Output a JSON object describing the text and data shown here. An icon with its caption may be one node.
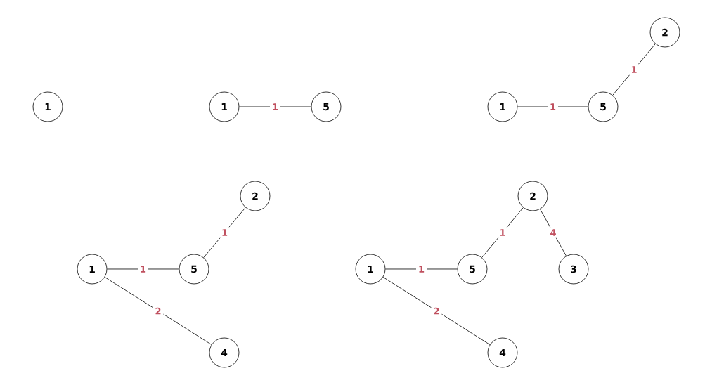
{
  "diagram": {
    "nodes": [
      {
        "text": [
          "1"
        ]
      },
      {
        "text": [
          "1"
        ]
      },
      {
        "text": [
          "5"
        ]
      },
      {
        "text": [
          "1"
        ]
      },
      {
        "text": [
          "5"
        ]
      },
      {
        "text": [
          "2"
        ]
      },
      {
        "text": [
          "1"
        ]
      },
      {
        "text": [
          "5"
        ]
      },
      {
        "text": [
          "2"
        ]
      },
      {
        "text": [
          "4"
        ]
      },
      {
        "text": [
          "1"
        ]
      },
      {
        "text": [
          "5"
        ]
      },
      {
        "text": [
          "2"
        ]
      },
      {
        "text": [
          "3"
        ]
      },
      {
        "text": [
          "4"
        ]
      }
    ],
    "edges": [
      {
        "from": 1,
        "to": 2,
        "arrow": "none",
        "label": "1"
      },
      {
        "from": 3,
        "to": 4,
        "arrow": "none",
        "label": "1"
      },
      {
        "from": 4,
        "to": 5,
        "arrow": "none",
        "label": "1"
      },
      {
        "from": 6,
        "to": 7,
        "arrow": "none",
        "label": "1"
      },
      {
        "from": 7,
        "to": 8,
        "arrow": "none",
        "label": "1"
      },
      {
        "from": 6,
        "to": 9,
        "arrow": "none",
        "label": "2"
      },
      {
        "from": 10,
        "to": 11,
        "arrow": "none",
        "label": "1"
      },
      {
        "from": 11,
        "to": 12,
        "arrow": "none",
        "label": "1"
      },
      {
        "from": 12,
        "to": 13,
        "arrow": "none",
        "label": "4"
      },
      {
        "from": 10,
        "to": 14,
        "arrow": "none",
        "label": "2"
      }
    ]
  }
}
